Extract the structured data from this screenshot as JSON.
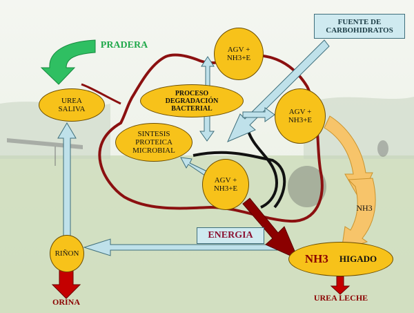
{
  "title": "PRADERA",
  "nodes": {
    "urea_saliva": "UREA SALIVA",
    "agv_top": "AGV + NH3+E",
    "proceso": "PROCESO DEGRADACIÓN BACTERIAL",
    "agv_right": "AGV + NH3+E",
    "sintesis": "SINTESIS PROTEICA MICROBIAL",
    "agv_bottom": "AGV + NH3+E",
    "rinon": "RIÑON",
    "higado_nh3": "NH3",
    "higado": "HIGADO"
  },
  "boxes": {
    "fuente": "FUENTE DE CARBOHIDRATOS",
    "energia": "ENERGIA"
  },
  "labels": {
    "nh3_arrow": "NH3",
    "orina": "ORINA",
    "urea_leche": "UREA LECHE"
  },
  "colors": {
    "ellipse": "#f7c21a",
    "arrow_light": "#bfe1ea",
    "arrow_dark": "#8b0000",
    "rumen": "#8b1010",
    "green_arrow": "#2fbf62",
    "orange_arrow": "#f7c46a",
    "pradera_text": "#1fa84a",
    "dark_red_text": "#8b0000"
  }
}
